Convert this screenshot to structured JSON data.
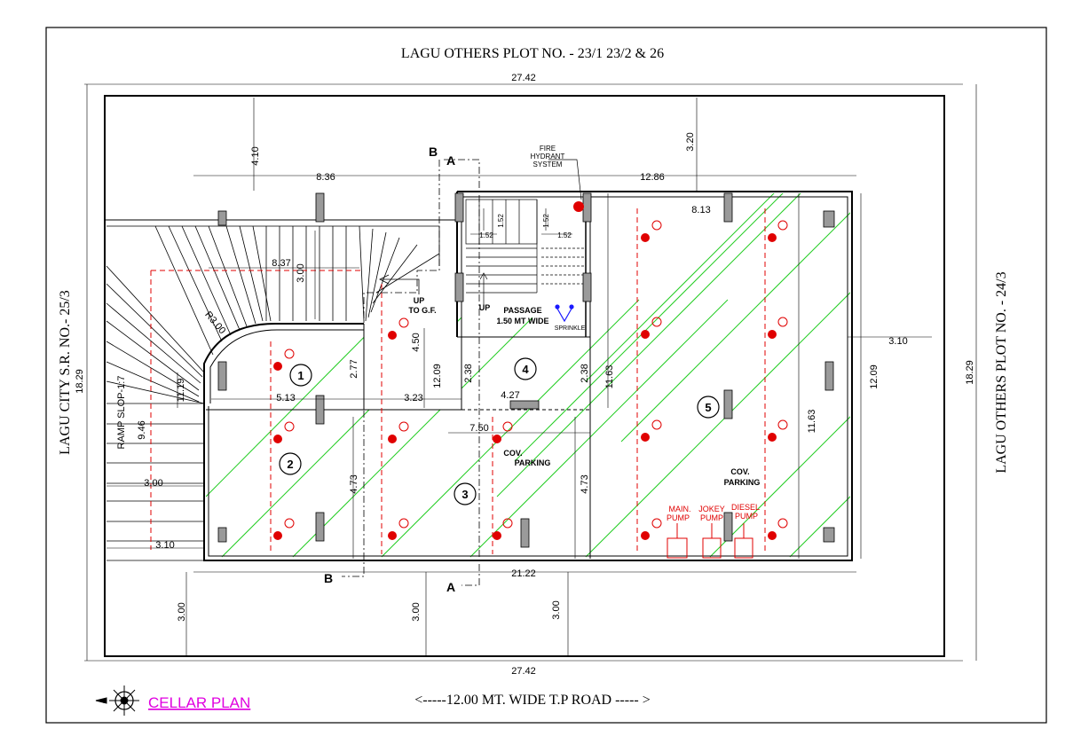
{
  "header": {
    "top_title": "LAGU OTHERS PLOT NO. - 23/1 23/2  &  26",
    "left_title": "LAGU CITY S.R. NO.- 25/3",
    "right_title": "LAGU OTHERS PLOT NO. - 24/3",
    "road_label": "<-----12.00 MT. WIDE T.P ROAD   ----- >",
    "plan_title": "CELLAR PLAN"
  },
  "dimensions": {
    "top_overall": "27.42",
    "bottom_overall": "27.42",
    "left_overall": "18.29",
    "right_overall": "18.29",
    "left_setback_top": "4.10",
    "right_setback_top": "3.20",
    "width_left": "8.36",
    "width_right": "12.86",
    "ramp_width": "8.37",
    "stair_height": "3.00",
    "right_inner": "8.13",
    "passage_1": "1.52",
    "passage_2": "1.52",
    "passage_3": "1.52",
    "passage_4": "1.52",
    "ramp_height": "11.19",
    "ramp_lower": "9.46",
    "bay1_width": "5.13",
    "bay2_width": "3.23",
    "h_277": "2.77",
    "h_450": "4.50",
    "h_1209_mid": "12.09",
    "h_238_a": "2.38",
    "h_238_b": "2.38",
    "w_427": "4.27",
    "w_750": "7.50",
    "h_1163_mid": "11.63",
    "h_1163_right": "11.63",
    "h_1209_right": "12.09",
    "right_setback": "3.10",
    "left_300": "3.00",
    "left_310": "3.10",
    "h_473_a": "4.73",
    "h_473_b": "4.73",
    "bottom_width": "21.22",
    "bottom_setback_1": "3.00",
    "bottom_setback_2": "3.00",
    "bottom_setback_3": "3.00"
  },
  "labels": {
    "ramp_radius": "R3.00",
    "ramp_slope": "RAMP SLOP-1:7",
    "up_to_gf_1": "UP",
    "up_to_gf_2": "TO G.F.",
    "stair_up": "UP",
    "passage_1": "PASSAGE",
    "passage_2": "1.50 MT WIDE",
    "sprinkle": "SPRINKLE",
    "fire_1": "FIRE",
    "fire_2": "HYDRANT",
    "fire_3": "SYSTEM",
    "section_b_top": "B",
    "section_a_top": "A",
    "section_b_bottom": "B",
    "section_a_bottom": "A",
    "cov_parking_1a": "COV.",
    "cov_parking_1b": "PARKING",
    "cov_parking_2a": "COV.",
    "cov_parking_2b": "PARKING",
    "main_pump_1": "MAIN.",
    "main_pump_2": "PUMP",
    "jokey_pump_1": "JOKEY",
    "jokey_pump_2": "PUMP",
    "diesel_pump_1": "DIESEL",
    "diesel_pump_2": "PUMP",
    "north_mark": "N"
  },
  "bays": [
    "1",
    "2",
    "3",
    "4",
    "5"
  ],
  "colors": {
    "parking_hatch": "#22cc22",
    "sprinkler": "#e00000",
    "plan_title": "#e000e0",
    "sprinkle_symbol": "#1a1aff",
    "structure": "#000000",
    "column": "#9a9a9a"
  }
}
